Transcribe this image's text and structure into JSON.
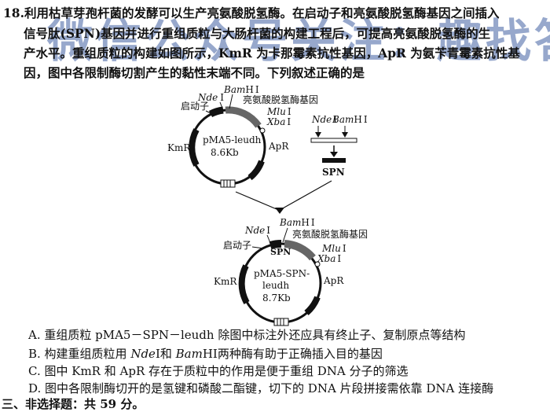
{
  "question": {
    "number": "18.",
    "line1": "利用枯草芽孢杆菌的发酵可以生产亮氨酸脱氢酶。在启动子和亮氨酸脱氢酶基因之间插入",
    "line2": "信号肽(SPN)基因并进行重组质粒与大肠杆菌的构建工程后，可提高亮氨酸脱氢酶的生",
    "line3": "产水平。重组质粒的构建如图所示，KmR 为卡那霉素抗性基因，ApR 为氨苄青霉素抗性基",
    "line4": "因，图中各限制酶切割产生的黏性末端不同。下列叙述正确的是"
  },
  "diagram": {
    "plasmid1": {
      "name": "pMA5-leudh",
      "size": "8.6Kb",
      "promoter": "启动子",
      "gene": "亮氨酸脱氢酶基因",
      "kmr": "KmR",
      "apr": "ApR",
      "nde": "Nde",
      "bam": "Bam",
      "bam_suffix": "H",
      "mlu": "Mlu",
      "xba": "Xba",
      "roman": "Ⅰ"
    },
    "fragment": {
      "nde": "Nde",
      "bam": "Bam",
      "bam_suffix": "H",
      "roman": "Ⅰ",
      "label": "SPN"
    },
    "plasmid2": {
      "name_line1": "pMA5-SPN-",
      "name_line2": "leudh",
      "size": "8.7Kb",
      "promoter": "启动子",
      "gene": "亮氨酸脱氢酶基因",
      "spn": "SPN",
      "kmr": "KmR",
      "apr": "ApR",
      "nde": "Nde",
      "bam": "Bam",
      "bam_suffix": "H",
      "mlu": "Mlu",
      "xba": "Xba",
      "roman": "Ⅰ"
    }
  },
  "options": {
    "a": "A. 重组质粒 pMA5－SPN－leudh 除图中标注外还应具有终止子、复制原点等结构",
    "b_pre": "B. 构建重组质粒用 ",
    "b_nde": "Nde",
    "b_mid": "Ⅰ和 ",
    "b_bam": "Bam",
    "b_post": "HⅠ两种酶有助于正确插入目的基因",
    "c": "C. 图中 KmR 和 ApR 存在于质粒中的作用是便于重组 DNA 分子的筛选",
    "d": "D. 图中各限制酶切开的是氢键和磷酸二酯键，切下的 DNA 片段拼接需依靠 DNA 连接酶"
  },
  "section": "三、非选择题：共 59 分。",
  "watermark": "微信公众号关注：趣找答案"
}
